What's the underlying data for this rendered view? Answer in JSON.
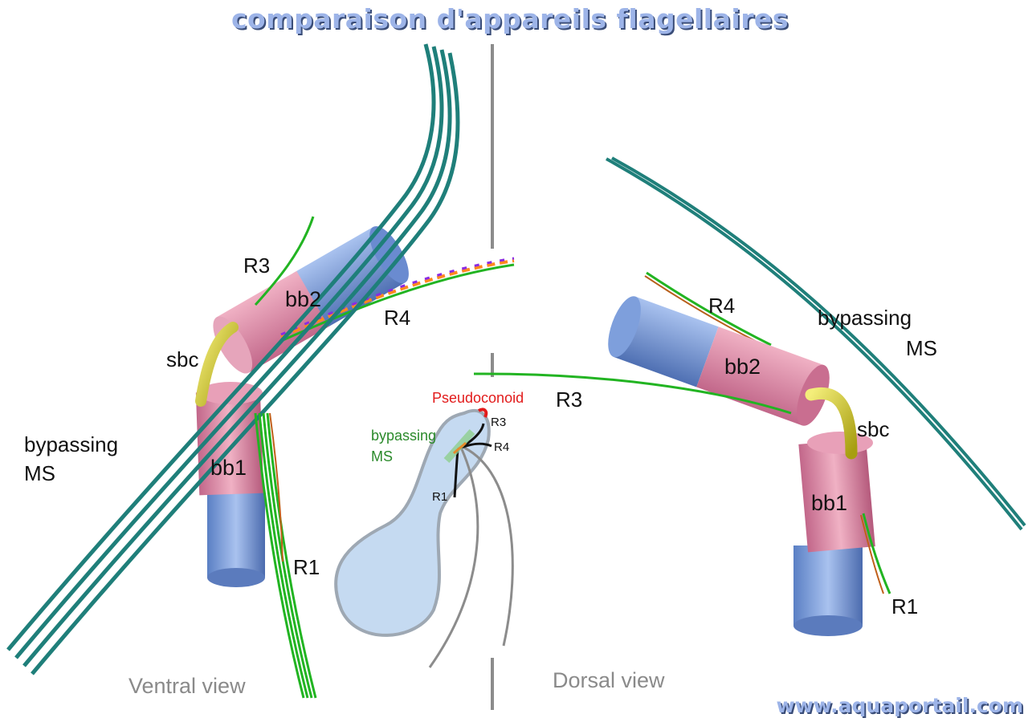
{
  "title": "comparaison d'appareils flagellaires",
  "footer": "www.aquaportail.com",
  "ventral": {
    "view": "Ventral view",
    "r3": "R3",
    "bb2": "bb2",
    "r4": "R4",
    "sbc": "sbc",
    "bypassing_line1": "bypassing",
    "bypassing_line2": "MS",
    "bb1": "bb1",
    "r1": "R1"
  },
  "inset": {
    "pseudoconoid": "Pseudoconoid",
    "r3": "R3",
    "r4": "R4",
    "r1": "R1",
    "bypassing_line1": "bypassing",
    "bypassing_line2": "MS"
  },
  "dorsal": {
    "view": "Dorsal view",
    "r3": "R3",
    "r4": "R4",
    "bypassing_line1": "bypassing",
    "bypassing_line2": "MS",
    "bb2": "bb2",
    "sbc": "sbc",
    "bb1": "bb1",
    "r1": "R1"
  },
  "colors": {
    "teal": "#1f7f7a",
    "green": "#22b422",
    "blue_cylinder": "#7d9fdb",
    "pink_cylinder": "#d98aa3",
    "sbc_yellow": "#d8d020",
    "cell_fill": "#c5daf1",
    "divider": "#8c8c8c",
    "title": "#9db4e8"
  }
}
